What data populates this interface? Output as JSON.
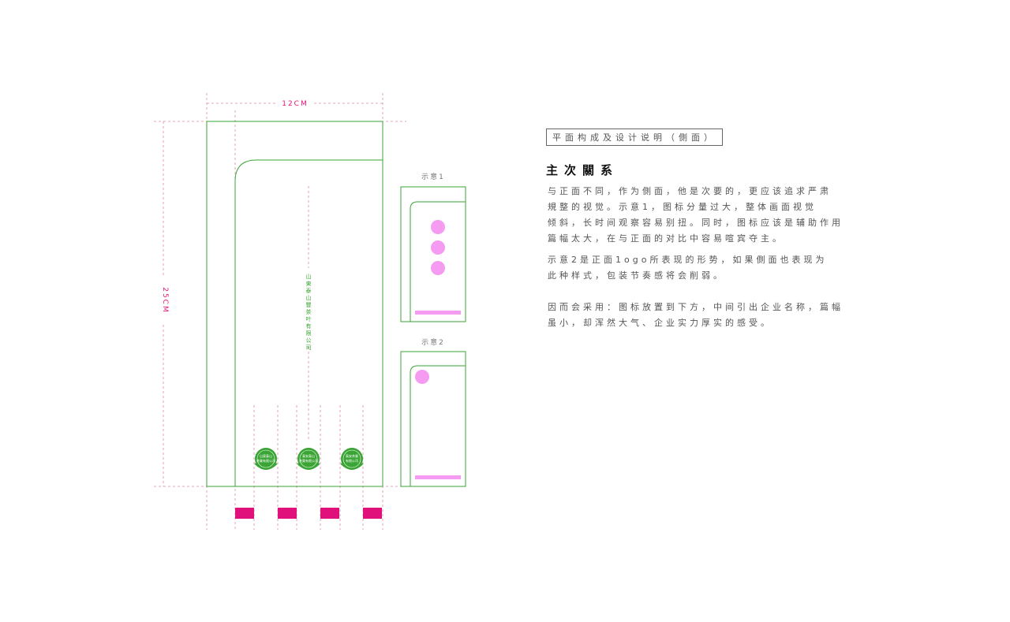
{
  "dimensions": {
    "width_label": "12CM",
    "height_label": "25CM"
  },
  "demos": [
    {
      "label": "示意1",
      "dots": 3
    },
    {
      "label": "示意2",
      "dots": 1
    }
  ],
  "company_name_vertical": "山東泰山豐茶叶有限公司",
  "badges": [
    {
      "line1": "山東泰山",
      "line2": "茶業有限公司"
    },
    {
      "line1": "泰安泰山",
      "line2": "茶葉有限公司"
    },
    {
      "line1": "泰安茶業",
      "line2": "有限公司"
    }
  ],
  "colors": {
    "green": "#3aa535",
    "magenta": "#e0117a",
    "pink": "#f59cf2",
    "dashed": "#d98aa8"
  },
  "panel": {
    "heading": "平面构成及设计说明（側面）",
    "title": "主次關系",
    "para1": [
      "与正面不同，作为側面，他是次要的，更应该追求严肃",
      "規整的视觉。示意1，图标分量过大，整体画面视觉",
      "倾斜，长时间观察容易别扭。同时，图标应该是辅助作用",
      "篇幅太大，在与正面的对比中容易喧宾夺主。"
    ],
    "para2": [
      "示意2是正面1ogo所表现的形势，如果側面也表现为",
      "此种样式，包装节奏感将会削弱。"
    ],
    "para3": [
      "因而会采用：图标放置到下方，中间引出企业名称，篇幅",
      "虽小，却浑然大气、企业实力厚实的感受。"
    ]
  }
}
